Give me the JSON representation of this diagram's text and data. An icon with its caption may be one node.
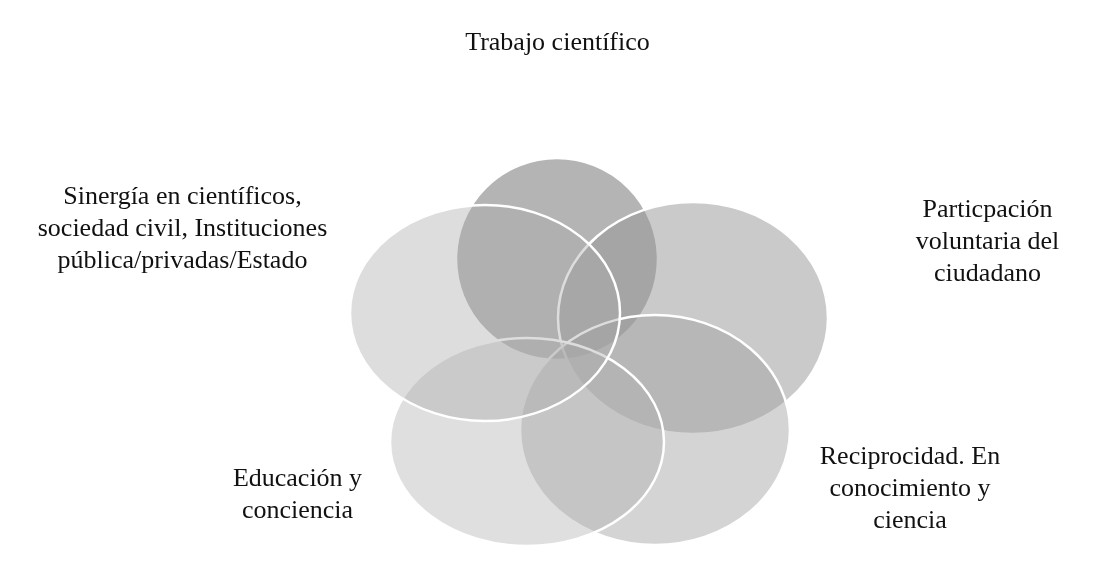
{
  "diagram": {
    "nodes": [
      {
        "text": [
          "Trabajo científico"
        ]
      },
      {
        "text": [
          "Particpación voluntaria del ciudadano"
        ]
      },
      {
        "text": [
          "Reciprocidad. En conocimiento y ciencia"
        ]
      },
      {
        "text": [
          "Educación y conciencia"
        ]
      },
      {
        "text": [
          "Sinergía en científicos, sociedad civil, Instituciones pública/privadas/Estado"
        ]
      }
    ]
  }
}
